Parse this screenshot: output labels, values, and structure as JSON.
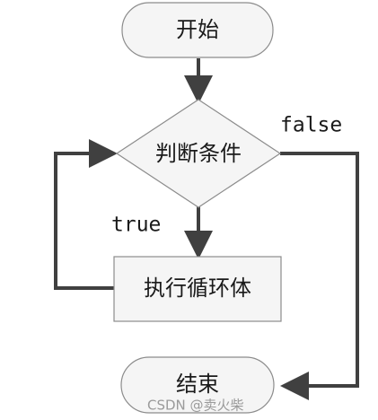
{
  "diagram": {
    "type": "flowchart",
    "nodes": {
      "start": {
        "shape": "terminator",
        "label": "开始"
      },
      "condition": {
        "shape": "decision",
        "label": "判断条件"
      },
      "body": {
        "shape": "process",
        "label": "执行循环体"
      },
      "end": {
        "shape": "terminator",
        "label": "结束"
      }
    },
    "edges": [
      {
        "from": "start",
        "to": "condition",
        "label": ""
      },
      {
        "from": "condition",
        "to": "body",
        "label": "true"
      },
      {
        "from": "body",
        "to": "condition",
        "label": ""
      },
      {
        "from": "condition",
        "to": "end",
        "label": "false"
      }
    ],
    "edge_labels": {
      "true": "true",
      "false": "false"
    },
    "colors": {
      "node_fill": "#f5f5f5",
      "node_stroke": "#8c8c8c",
      "edge_stroke": "#404040",
      "watermark": "#9a9a9a"
    }
  },
  "watermark": {
    "text": "CSDN @卖火柴"
  }
}
